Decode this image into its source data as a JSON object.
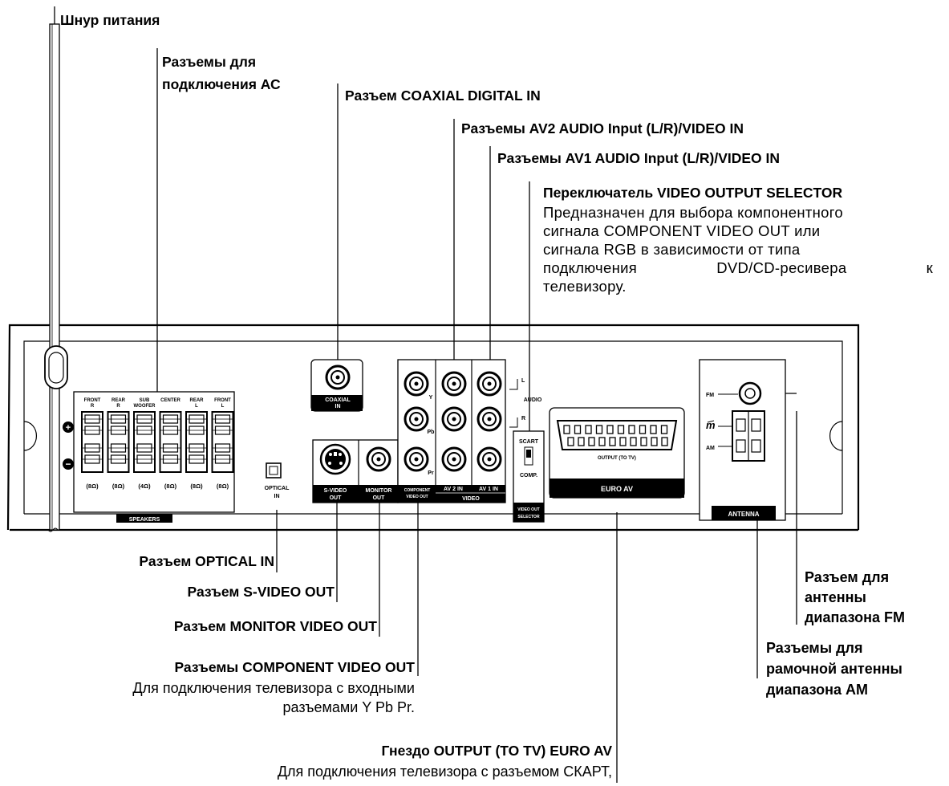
{
  "callouts": {
    "power_cord": "Шнур питания",
    "speaker_jacks": [
      "Разъемы для",
      "подключения АС"
    ],
    "coaxial_in": "Разъем COAXIAL DIGITAL IN",
    "av2_in": "Разъемы AV2 AUDIO Input (L/R)/VIDEO IN",
    "av1_in": "Разъемы AV1 AUDIO Input (L/R)/VIDEO IN",
    "selector_title": "Переключатель VIDEO OUTPUT SELECTOR",
    "selector_desc": [
      "Предназначен для выбора компонентного",
      "сигнала COMPONENT VIDEO OUT или",
      "сигнала RGB в зависимости от типа",
      "подключения DVD/CD-ресивера к",
      "телевизору."
    ],
    "optical_in": "Разъем OPTICAL IN",
    "svideo_out": "Разъем S-VIDEO OUT",
    "monitor_out": "Разъем MONITOR VIDEO  OUT",
    "component_title": "Разъемы COMPONENT VIDEO OUT",
    "component_desc": [
      "Для подключения телевизора с входными",
      "разъемами Y Pb Pr."
    ],
    "euro_title": "Гнездо OUTPUT (TO TV) EURO AV",
    "euro_desc": "Для подключения телевизора с разъемом СКАРТ,",
    "fm_antenna": [
      "Разъем для",
      "антенны",
      "диапазона FM"
    ],
    "am_antenna": [
      "Разъемы для",
      "рамочной антенны",
      "диапазона AM"
    ]
  },
  "panel": {
    "speakers": {
      "channels": [
        {
          "top": "FRONT",
          "sub": "R",
          "ohm": "(8Ω)"
        },
        {
          "top": "REAR",
          "sub": "R",
          "ohm": "(8Ω)"
        },
        {
          "top": "SUB",
          "sub": "WOOFER",
          "ohm": "(4Ω)"
        },
        {
          "top": "CENTER",
          "sub": "",
          "ohm": "(8Ω)"
        },
        {
          "top": "REAR",
          "sub": "L",
          "ohm": "(8Ω)"
        },
        {
          "top": "FRONT",
          "sub": "L",
          "ohm": "(8Ω)"
        }
      ],
      "label": "SPEAKERS"
    },
    "optical": [
      "OPTICAL",
      "IN"
    ],
    "coaxial": [
      "COAXIAL",
      "IN"
    ],
    "svideo": [
      "S-VIDEO",
      "OUT"
    ],
    "monitor": [
      "MONITOR",
      "OUT"
    ],
    "component": [
      "COMPONENT",
      "VIDEO OUT"
    ],
    "component_marks": [
      "Y",
      "Pb",
      "Pr"
    ],
    "av2": "AV 2  IN",
    "av1": "AV 1  IN",
    "video": "VIDEO",
    "audio": "AUDIO",
    "audio_l": "L",
    "audio_r": "R",
    "selector_top": "SCART",
    "selector_bottom": "COMP.",
    "selector_label": [
      "VIDEO OUT",
      "SELECTOR"
    ],
    "scart_caption": "OUTPUT (TO TV)",
    "euro_av": "EURO AV",
    "fm": "FM",
    "am": "AM",
    "loop_symbol": "m",
    "antenna": "ANTENNA"
  }
}
